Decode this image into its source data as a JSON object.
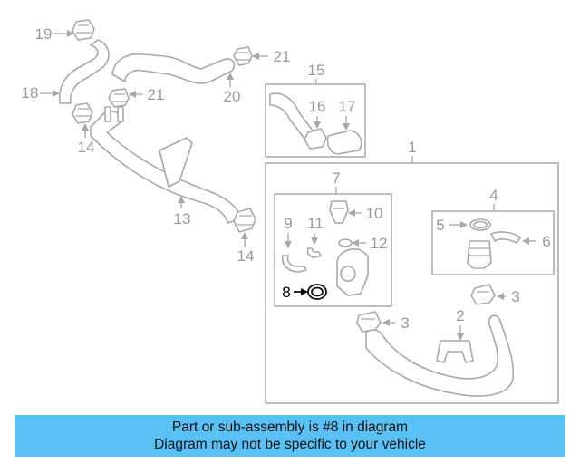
{
  "callouts": {
    "c1": "1",
    "c2": "2",
    "c3a": "3",
    "c3b": "3",
    "c4": "4",
    "c5": "5",
    "c6": "6",
    "c7": "7",
    "c8": "8",
    "c9": "9",
    "c10": "10",
    "c11": "11",
    "c12": "12",
    "c13": "13",
    "c14a": "14",
    "c14b": "14",
    "c15": "15",
    "c16": "16",
    "c17": "17",
    "c18": "18",
    "c19": "19",
    "c20": "20",
    "c21a": "21",
    "c21b": "21"
  },
  "highlighted_part": "8",
  "colors": {
    "banner": "#5bc0f4",
    "highlight": "#000000",
    "line_art": "#a8a8a8"
  },
  "banner": {
    "line1": "Part or sub-assembly is #8 in diagram",
    "line2": "Diagram may not be specific to your vehicle"
  }
}
